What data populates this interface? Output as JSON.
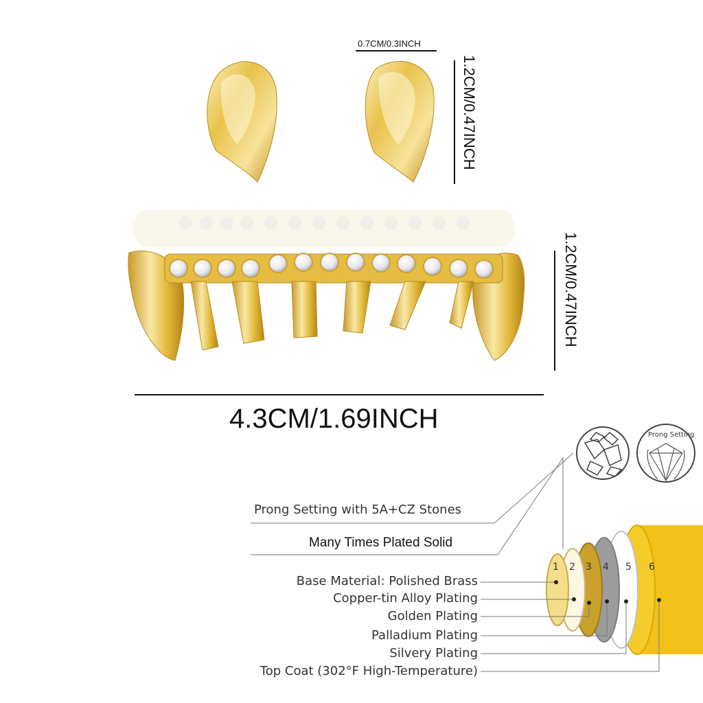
{
  "dimensions": {
    "single_width": "0.7CM/0.3INCH",
    "single_height": "1.2CM/0.47INCH",
    "grill_height": "1.2CM/0.47INCH",
    "grill_width": "4.3CM/1.69INCH"
  },
  "callouts": {
    "prong": "Prong Setting with 5A+CZ Stones",
    "plated": "Many Times Plated Solid",
    "prong_setting_title": "Prong Setting"
  },
  "layers": [
    {
      "number": "1",
      "label": "Base Material: Polished Brass"
    },
    {
      "number": "2",
      "label": "Copper-tin Alloy Plating"
    },
    {
      "number": "3",
      "label": "Golden Plating"
    },
    {
      "number": "4",
      "label": "Palladium Plating"
    },
    {
      "number": "5",
      "label": "Silvery Plating"
    },
    {
      "number": "6",
      "label": "Top Coat (302°F High-Temperature)"
    }
  ],
  "colors": {
    "gold": "#e3b93a",
    "gold_light": "#f6e7a6",
    "gold_dark": "#b88a1e",
    "layer_yellow": "#f2c21b",
    "layer_grey": "#9c9c9c"
  }
}
